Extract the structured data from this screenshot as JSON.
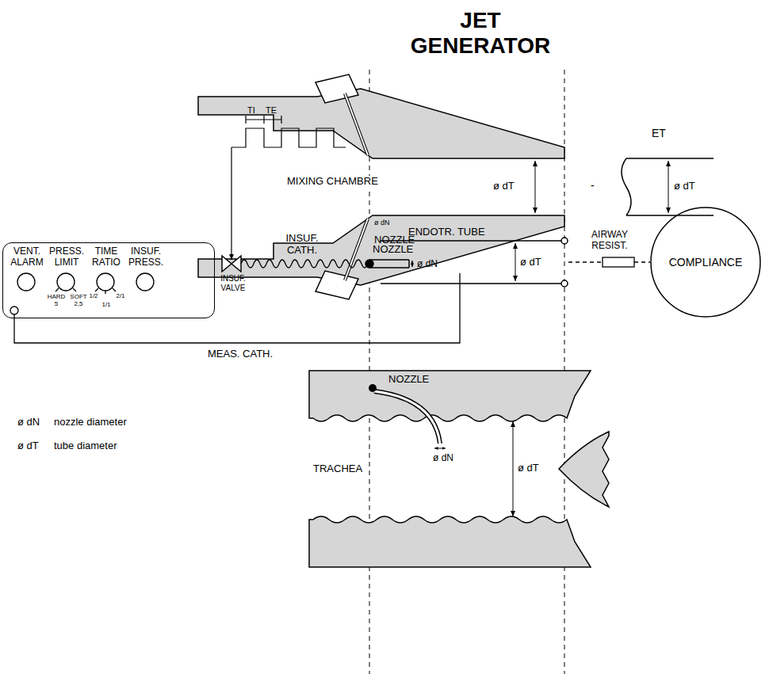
{
  "diagram": {
    "title": "JET GENERATOR",
    "nodes": [
      {
        "text": [
          "VENT. ALARM",
          "PRESS. LIMIT",
          "TIME RATIO",
          "INSUF. PRESS.",
          "HARD 5",
          "SOFT 2,5",
          "1/2",
          "2/1",
          "1/1"
        ]
      },
      {
        "text": [
          "COMPLIANCE"
        ]
      }
    ],
    "labels": [
      "MIXING CHAMBRE",
      "ø dT",
      "ø dN",
      "NOZZLE",
      "-",
      "ET",
      "ø dT",
      "TI",
      "TE",
      "INSUF. VALVE",
      "INSUF. CATH.",
      "NOZZLE",
      "ø dN",
      "ENDOTR. TUBE",
      "ø dT",
      "AIRWAY RESIST.",
      "MEAS. CATH.",
      "ø dN",
      "nozzle diameter",
      "ø dT",
      "tube diameter",
      "NOZZLE",
      "TRACHEA",
      "ø dN",
      "ø dT"
    ]
  }
}
